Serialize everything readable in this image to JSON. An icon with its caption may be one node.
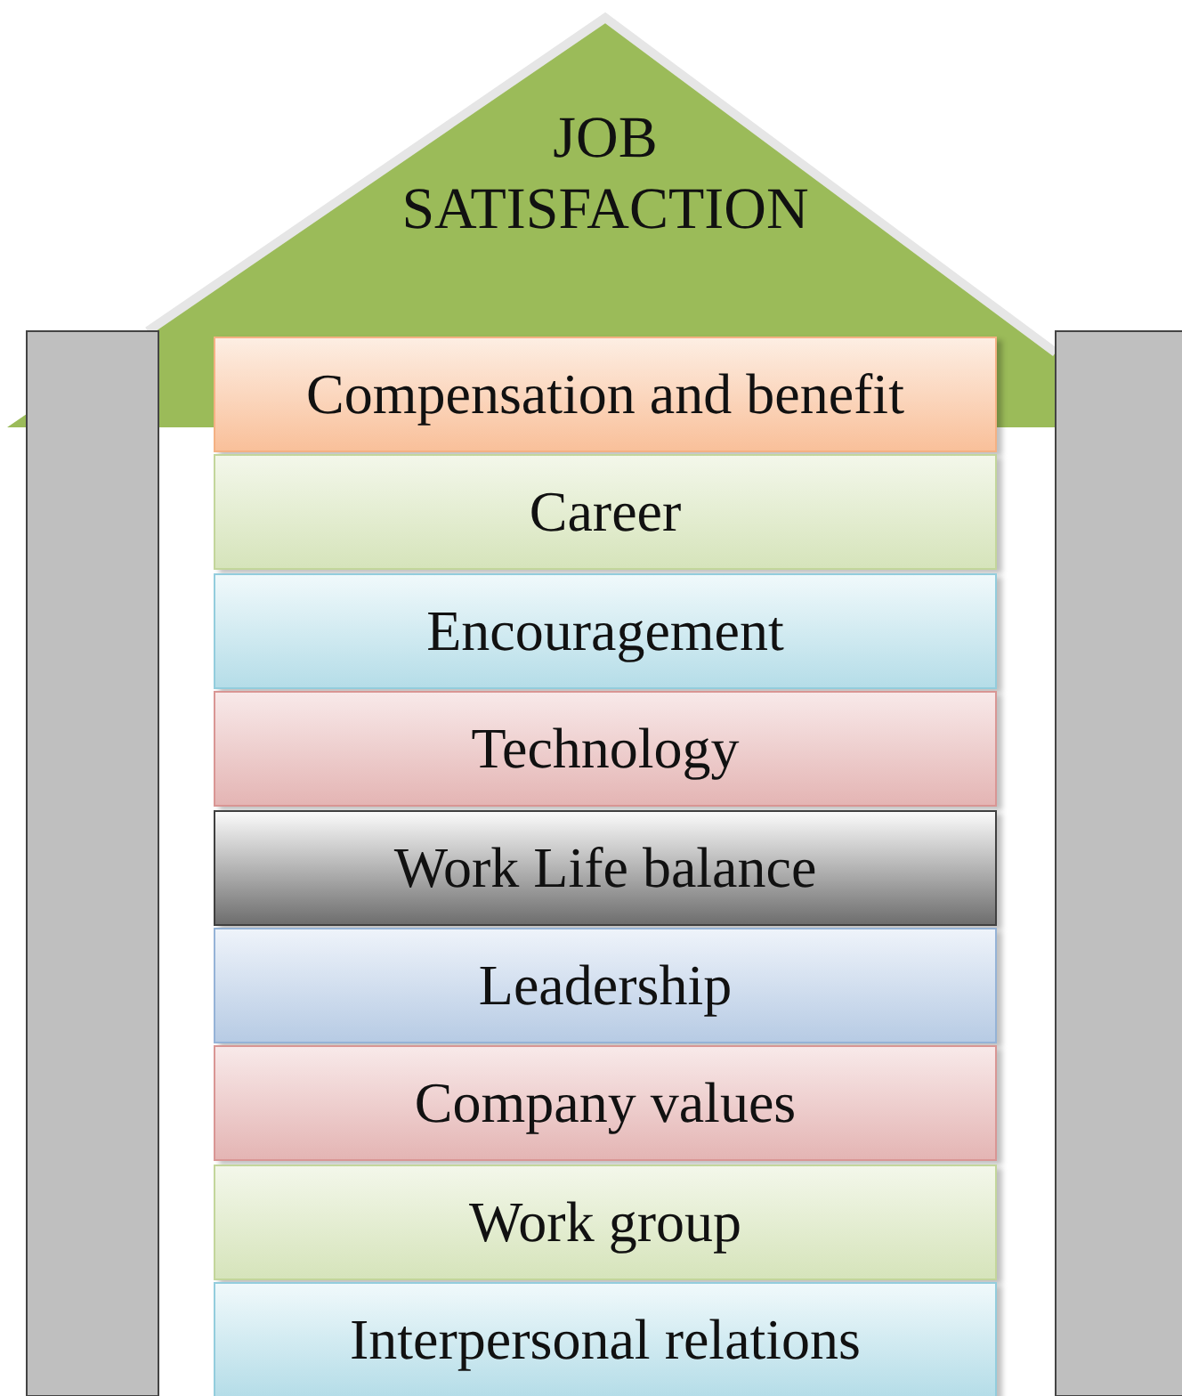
{
  "diagram": {
    "nodes": [
      {
        "text": [
          "JOB SATISFACTION"
        ]
      },
      {
        "text": [
          "Compensation and benefit"
        ]
      },
      {
        "text": [
          "Career"
        ]
      },
      {
        "text": [
          "Encouragement"
        ]
      },
      {
        "text": [
          "Technology"
        ]
      },
      {
        "text": [
          "Work Life balance"
        ]
      },
      {
        "text": [
          "Leadership"
        ]
      },
      {
        "text": [
          "Company values"
        ]
      },
      {
        "text": [
          "Work group"
        ]
      },
      {
        "text": [
          "Interpersonal relations"
        ]
      },
      {
        "text": [],
        "shape": "bar"
      },
      {
        "text": [],
        "shape": "bar"
      }
    ]
  }
}
